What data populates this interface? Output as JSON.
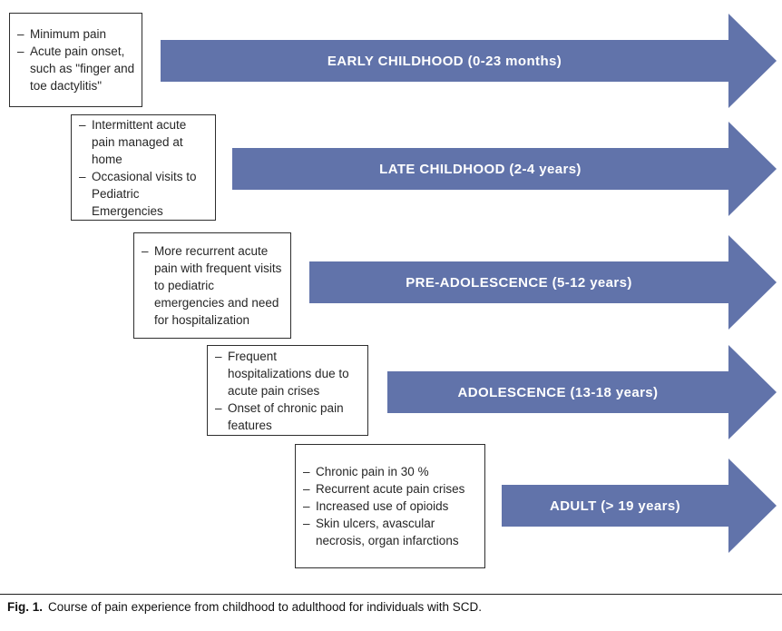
{
  "bullet": "–",
  "colors": {
    "arrow_fill": "#6173aa",
    "arrow_text": "#ffffff",
    "box_border": "#2e2e2e",
    "text": "#262626"
  },
  "stages": [
    {
      "id": "early-childhood",
      "arrow_label": "EARLY CHILDHOOD (0-23 months)",
      "notes": [
        "Minimum pain",
        "Acute pain onset, such as \"finger and toe dactylitis\""
      ]
    },
    {
      "id": "late-childhood",
      "arrow_label": "LATE CHILDHOOD (2-4 years)",
      "notes": [
        "Intermittent acute pain managed at home",
        "Occasional visits to Pediatric Emergencies"
      ]
    },
    {
      "id": "pre-adolescence",
      "arrow_label": "PRE-ADOLESCENCE (5-12 years)",
      "notes": [
        "More recurrent acute pain with frequent visits to pediatric emergencies and need for hospitalization"
      ]
    },
    {
      "id": "adolescence",
      "arrow_label": "ADOLESCENCE (13-18 years)",
      "notes": [
        "Frequent hospitalizations due to acute pain crises",
        "Onset of chronic pain features"
      ]
    },
    {
      "id": "adult",
      "arrow_label": "ADULT (> 19 years)",
      "notes": [
        "Chronic pain in 30 %",
        "Recurrent acute pain crises",
        "Increased use of opioids",
        "Skin ulcers, avascular necrosis, organ infarctions"
      ]
    }
  ],
  "caption": {
    "label": "Fig. 1.",
    "text": "Course of pain experience from childhood to adulthood for individuals with SCD."
  }
}
